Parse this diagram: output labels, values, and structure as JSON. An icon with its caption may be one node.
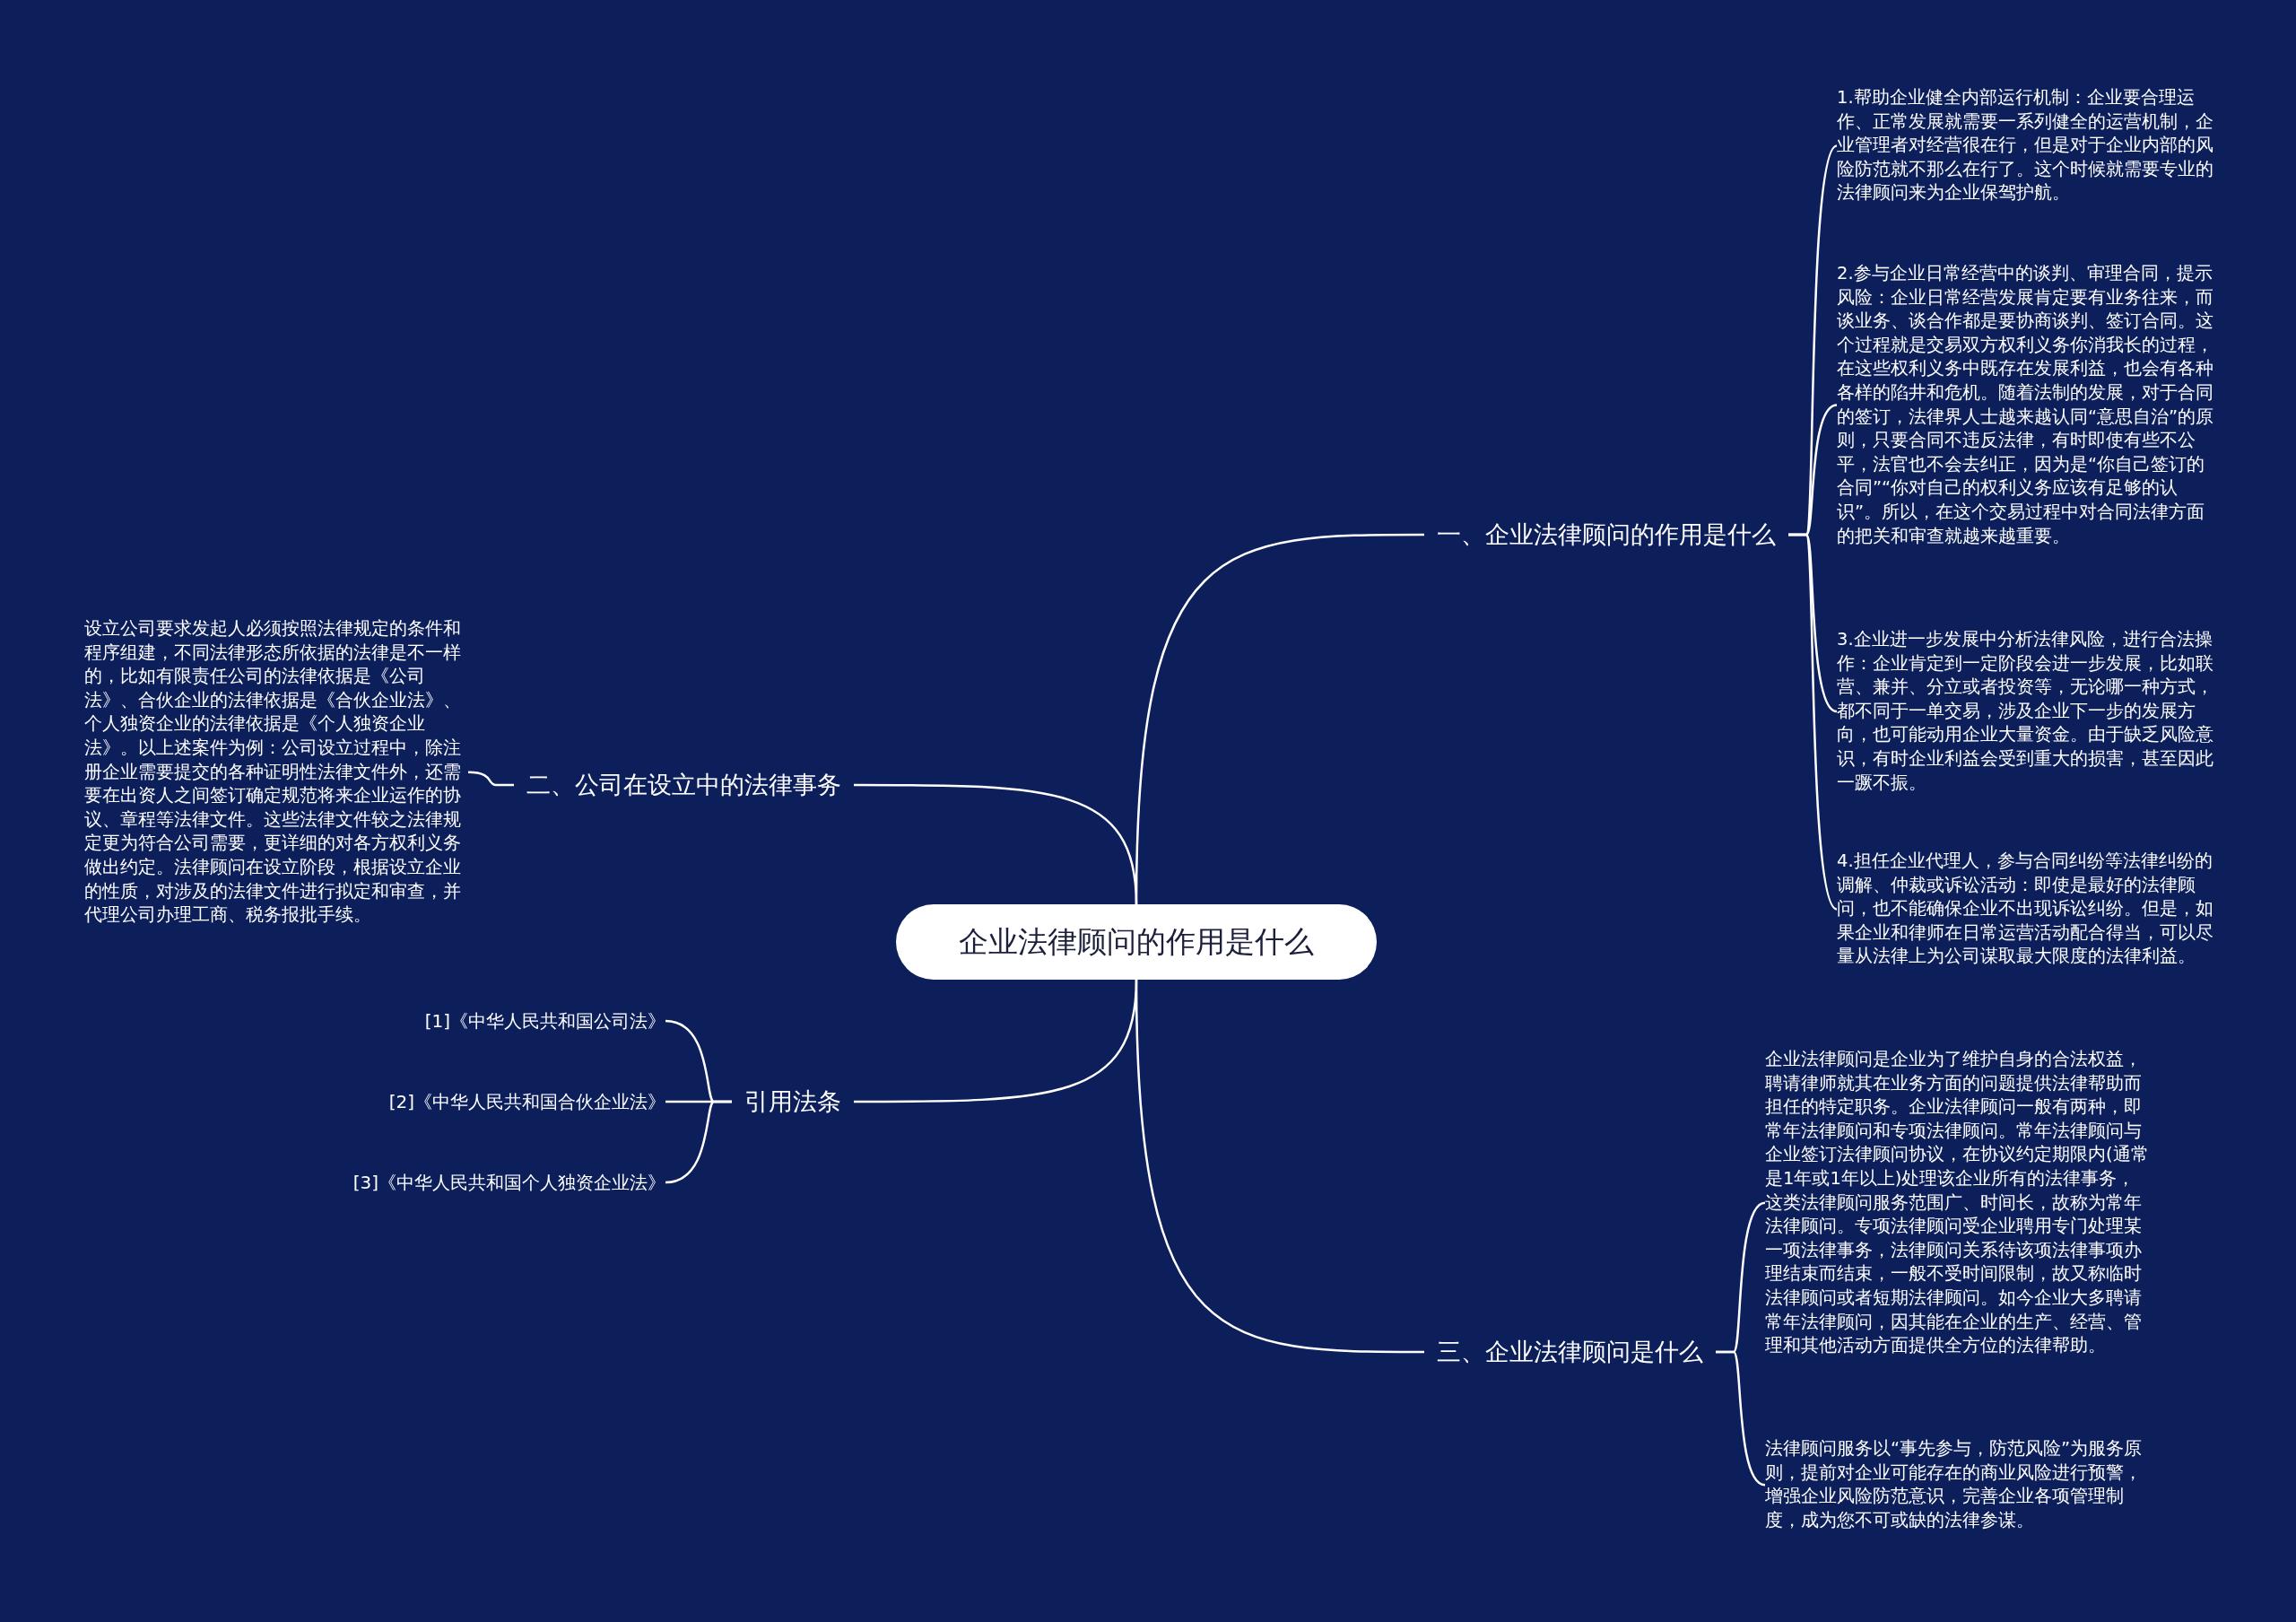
{
  "diagram": {
    "nodes": [
      {
        "text": [
          "企业法律顾问的作用是什么"
        ]
      },
      {
        "text": [
          "一、企业法律顾问的作用是什么"
        ]
      },
      {
        "text": [
          "1.帮助企业健全内部运行机制：企业要合理运作、正常发展就需要一系列健全的运营机制，企业管理者对经营很在行，但是对于企业内部的风险防范就不那么在行了。这个时候就需要专业的法律顾问来为企业保驾护航。"
        ]
      },
      {
        "text": [
          "2.参与企业日常经营中的谈判、审理合同，提示风险：企业日常经营发展肯定要有业务往来，而谈业务、谈合作都是要协商谈判、签订合同。这个过程就是交易双方权利义务你消我长的过程，在这些权利义务中既存在发展利益，也会有各种各样的陷井和危机。随着法制的发展，对于合同的签订，法律界人士越来越认同“意思自治”的原则，只要合同不违反法律，有时即使有些不公平，法官也不会去纠正，因为是“你自己签订的合同”“你对自己的权利义务应该有足够的认识”。所以，在这个交易过程中对合同法律方面的把关和审查就越来越重要。"
        ]
      },
      {
        "text": [
          "3.企业进一步发展中分析法律风险，进行合法操作：企业肯定到一定阶段会进一步发展，比如联营、兼并、分立或者投资等，无论哪一种方式，都不同于一单交易，涉及企业下一步的发展方向，也可能动用企业大量资金。由于缺乏风险意识，有时企业利益会受到重大的损害，甚至因此一蹶不振。"
        ]
      },
      {
        "text": [
          "4.担任企业代理人，参与合同纠纷等法律纠纷的调解、仲裁或诉讼活动：即使是最好的法律顾问，也不能确保企业不出现诉讼纠纷。但是，如果企业和律师在日常运营活动配合得当，可以尽量从法律上为公司谋取最大限度的法律利益。"
        ]
      },
      {
        "text": [
          "二、公司在设立中的法律事务"
        ]
      },
      {
        "text": [
          "设立公司要求发起人必须按照法律规定的条件和程序组建，不同法律形态所依据的法律是不一样的，比如有限责任公司的法律依据是《公司法》、合伙企业的法律依据是《合伙企业法》、个人独资企业的法律依据是《个人独资企业法》。以上述案件为例：公司设立过程中，除注册企业需要提交的各种证明性法律文件外，还需要在出资人之间签订确定规范将来企业运作的协议、章程等法律文件。这些法律文件较之法律规定更为符合公司需要，更详细的对各方权利义务做出约定。法律顾问在设立阶段，根据设立企业的性质，对涉及的法律文件进行拟定和审查，并代理公司办理工商、税务报批手续。"
        ]
      },
      {
        "text": [
          "引用法条"
        ]
      },
      {
        "text": [
          "[1]《中华人民共和国公司法》"
        ]
      },
      {
        "text": [
          "[2]《中华人民共和国合伙企业法》"
        ]
      },
      {
        "text": [
          "[3]《中华人民共和国个人独资企业法》"
        ]
      },
      {
        "text": [
          "三、企业法律顾问是什么"
        ]
      },
      {
        "text": [
          "企业法律顾问是企业为了维护自身的合法权益，聘请律师就其在业务方面的问题提供法律帮助而担任的特定职务。企业法律顾问一般有两种，即常年法律顾问和专项法律顾问。常年法律顾问与企业签订法律顾问协议，在协议约定期限内(通常是1年或1年以上)处理该企业所有的法律事务，这类法律顾问服务范围广、时间长，故称为常年法律顾问。专项法律顾问受企业聘用专门处理某一项法律事务，法律顾问关系待该项法律事项办理结束而结束，一般不受时间限制，故又称临时法律顾问或者短期法律顾问。如今企业大多聘请常年法律顾问，因其能在企业的生产、经营、管理和其他活动方面提供全方位的法律帮助。"
        ]
      },
      {
        "text": [
          "法律顾问服务以“事先参与，防范风险”为服务原则，提前对企业可能存在的商业风险进行预警，增强企业风险防范意识，完善企业各项管理制度，成为您不可或缺的法律参谋。"
        ]
      }
    ],
    "edges": [
      {
        "from": 0,
        "to": 1,
        "arrow": "none"
      },
      {
        "from": 1,
        "to": 2,
        "arrow": "none"
      },
      {
        "from": 1,
        "to": 3,
        "arrow": "none"
      },
      {
        "from": 1,
        "to": 4,
        "arrow": "none"
      },
      {
        "from": 1,
        "to": 5,
        "arrow": "none"
      },
      {
        "from": 0,
        "to": 6,
        "arrow": "none"
      },
      {
        "from": 6,
        "to": 7,
        "arrow": "none"
      },
      {
        "from": 0,
        "to": 8,
        "arrow": "none"
      },
      {
        "from": 8,
        "to": 9,
        "arrow": "none"
      },
      {
        "from": 8,
        "to": 10,
        "arrow": "none"
      },
      {
        "from": 8,
        "to": 11,
        "arrow": "none"
      },
      {
        "from": 0,
        "to": 12,
        "arrow": "none"
      },
      {
        "from": 12,
        "to": 13,
        "arrow": "none"
      },
      {
        "from": 12,
        "to": 14,
        "arrow": "none"
      }
    ]
  }
}
